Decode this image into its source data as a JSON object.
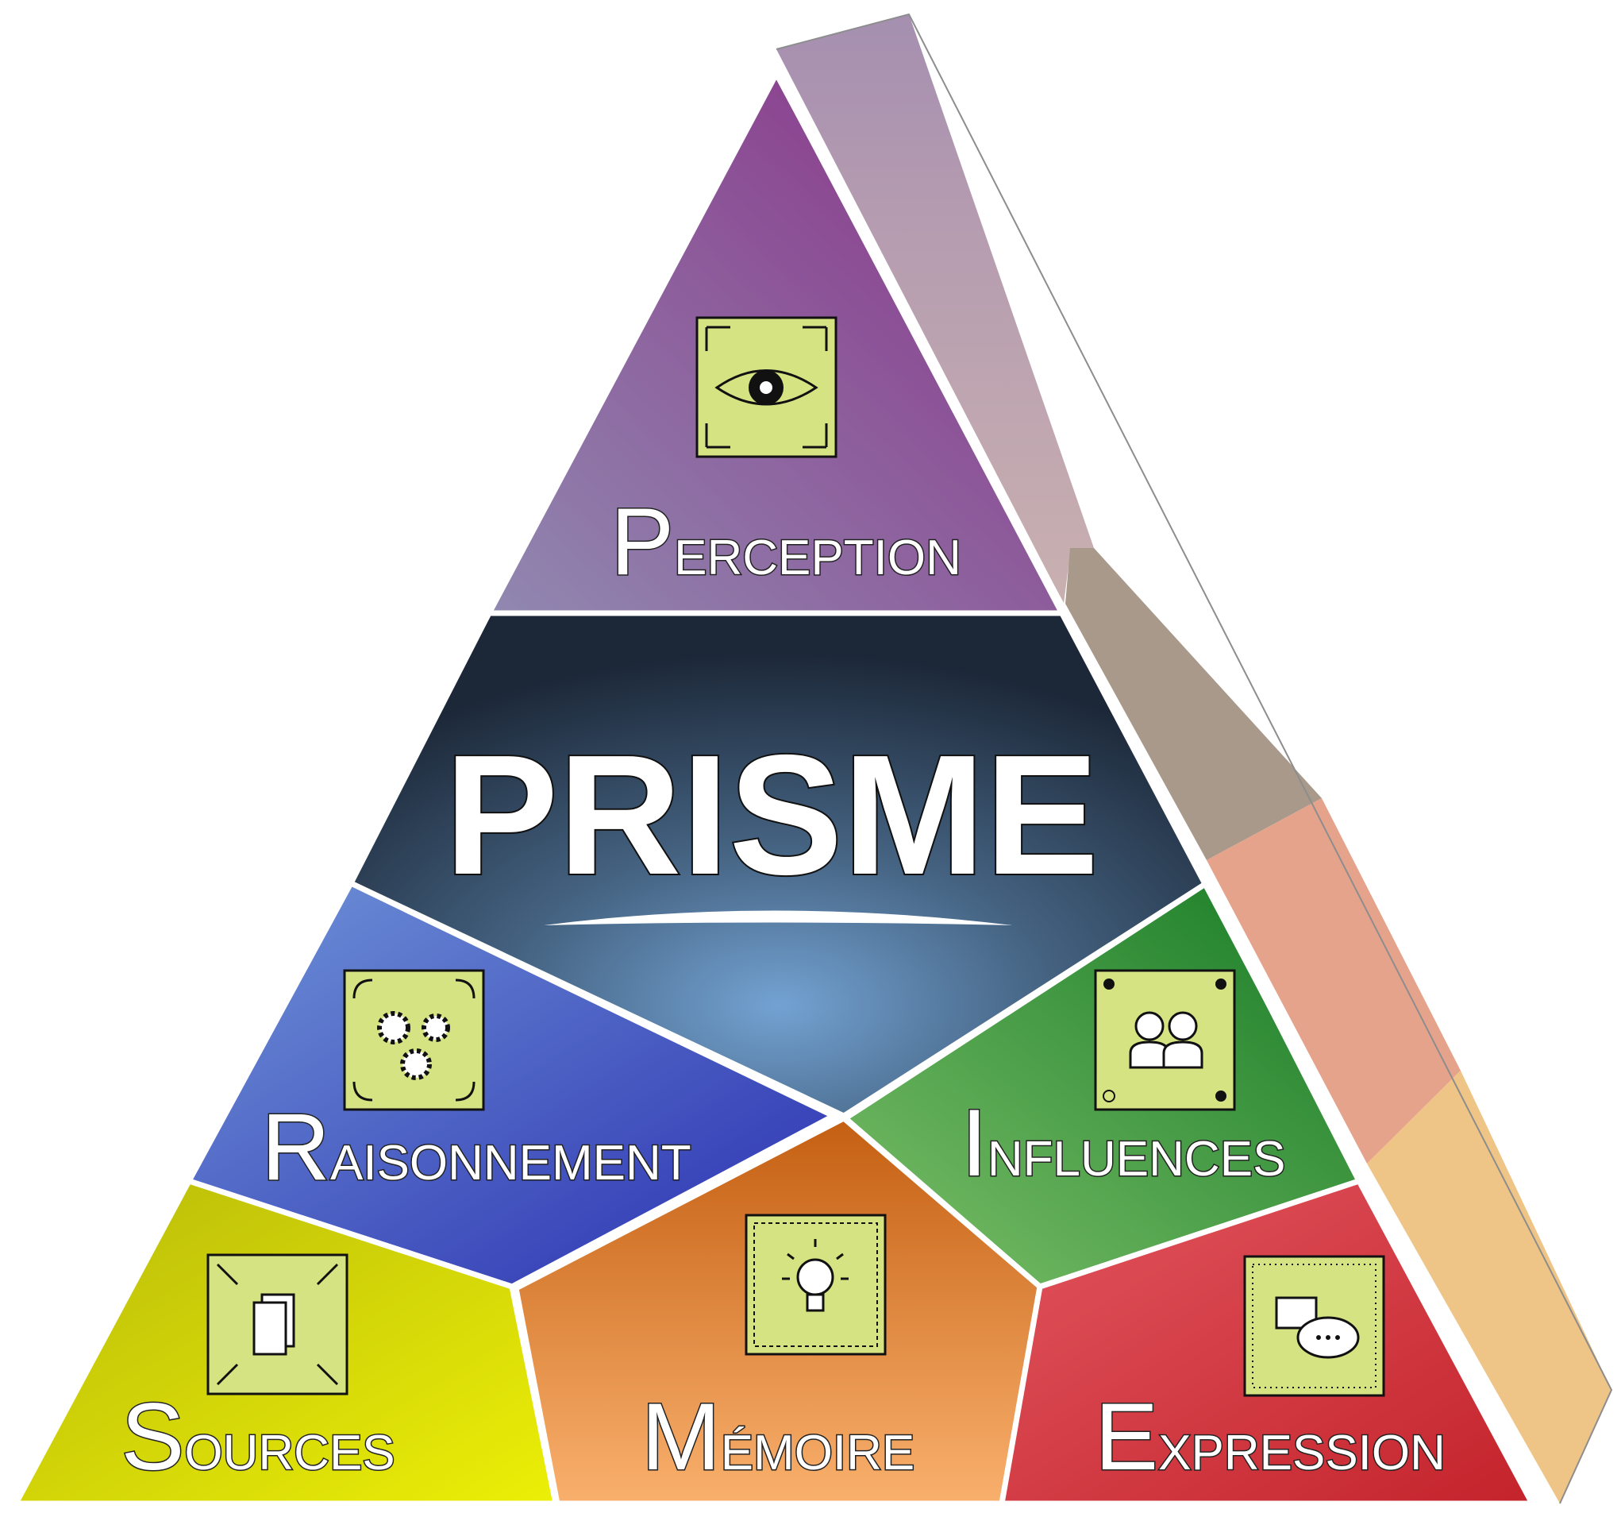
{
  "title": "PRISME",
  "sections": {
    "perception": {
      "initial": "P",
      "rest": "ERCEPTION",
      "icon": "eye-icon",
      "color": "#8a4f98"
    },
    "raisonnement": {
      "initial": "R",
      "rest": "AISONNEMENT",
      "icon": "gears-icon",
      "color": "#3d4fc0"
    },
    "influences": {
      "initial": "I",
      "rest": "NFLUENCES",
      "icon": "people-icon",
      "color": "#3f9a3a"
    },
    "sources": {
      "initial": "S",
      "rest": "OURCES",
      "icon": "documents-icon",
      "color": "#d4d600"
    },
    "memoire": {
      "initial": "M",
      "rest": "ÉMOIRE",
      "icon": "lightbulb-icon",
      "color": "#e0852a"
    },
    "expression": {
      "initial": "E",
      "rest": "XPRESSION",
      "icon": "chat-icon",
      "color": "#d43c45"
    }
  },
  "icon_tile_color": "#d6e383"
}
